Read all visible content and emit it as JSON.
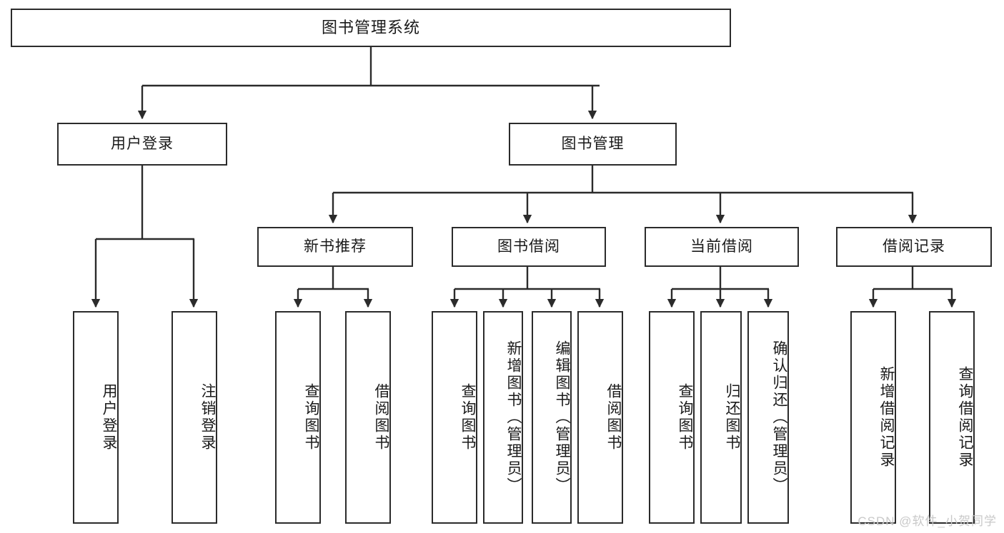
{
  "diagram": {
    "title": "图书管理系统",
    "type": "tree",
    "stroke_color": "#2b2b2b",
    "fill_color": "#ffffff",
    "text_color": "#1a1a1a"
  },
  "nodes": {
    "root": {
      "label": "图书管理系统"
    },
    "level2": [
      {
        "label": "用户登录"
      },
      {
        "label": "图书管理"
      }
    ],
    "level3": [
      {
        "label": "新书推荐"
      },
      {
        "label": "图书借阅"
      },
      {
        "label": "当前借阅"
      },
      {
        "label": "借阅记录"
      }
    ],
    "leaves": [
      {
        "label": "用户登录"
      },
      {
        "label": "注销登录"
      },
      {
        "label": "查询图书"
      },
      {
        "label": "借阅图书"
      },
      {
        "label": "查询图书"
      },
      {
        "label": "新增图书（管理员）"
      },
      {
        "label": "编辑图书（管理员）"
      },
      {
        "label": "借阅图书"
      },
      {
        "label": "查询图书"
      },
      {
        "label": "归还图书"
      },
      {
        "label": "确认归还（管理员）"
      },
      {
        "label": "新增借阅记录"
      },
      {
        "label": "查询借阅记录"
      }
    ]
  },
  "watermark": {
    "text": "CSDN @软件_小贺同学",
    "color": "#c9c9c9"
  }
}
